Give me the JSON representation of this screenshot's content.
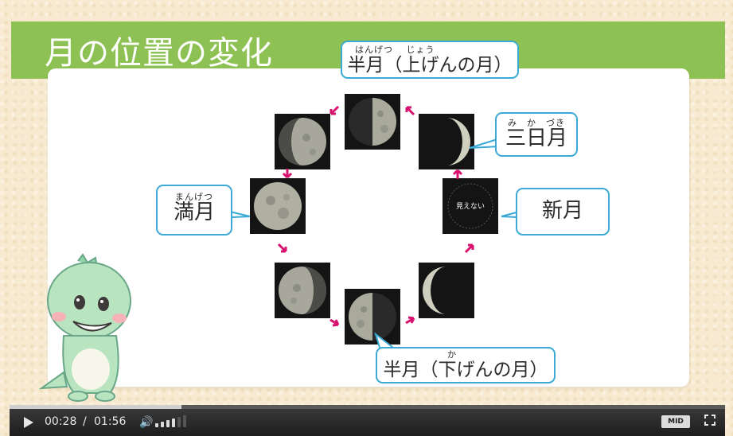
{
  "header": {
    "title": "月の位置の変化"
  },
  "callouts": {
    "first_quarter": {
      "ruby": "はんげつ　 じょう",
      "label": "半月（上げんの月）"
    },
    "crescent": {
      "ruby": "み　か　づき",
      "label": "三日月"
    },
    "full": {
      "ruby": "まんげつ",
      "label": "満月"
    },
    "new": {
      "label": "新月"
    },
    "last_quarter": {
      "ruby": "か",
      "label": "半月（下げんの月）"
    }
  },
  "moons": {
    "new_moon_text": "見えない"
  },
  "player": {
    "current_time": "00:28",
    "separator": "/",
    "duration": "01:56",
    "progress_fraction": 0.24,
    "volume_level": 4,
    "quality_label": "MID"
  },
  "colors": {
    "header_green": "#8dc153",
    "callout_blue": "#3aa9d6",
    "arrow_pink": "#d8106e"
  }
}
